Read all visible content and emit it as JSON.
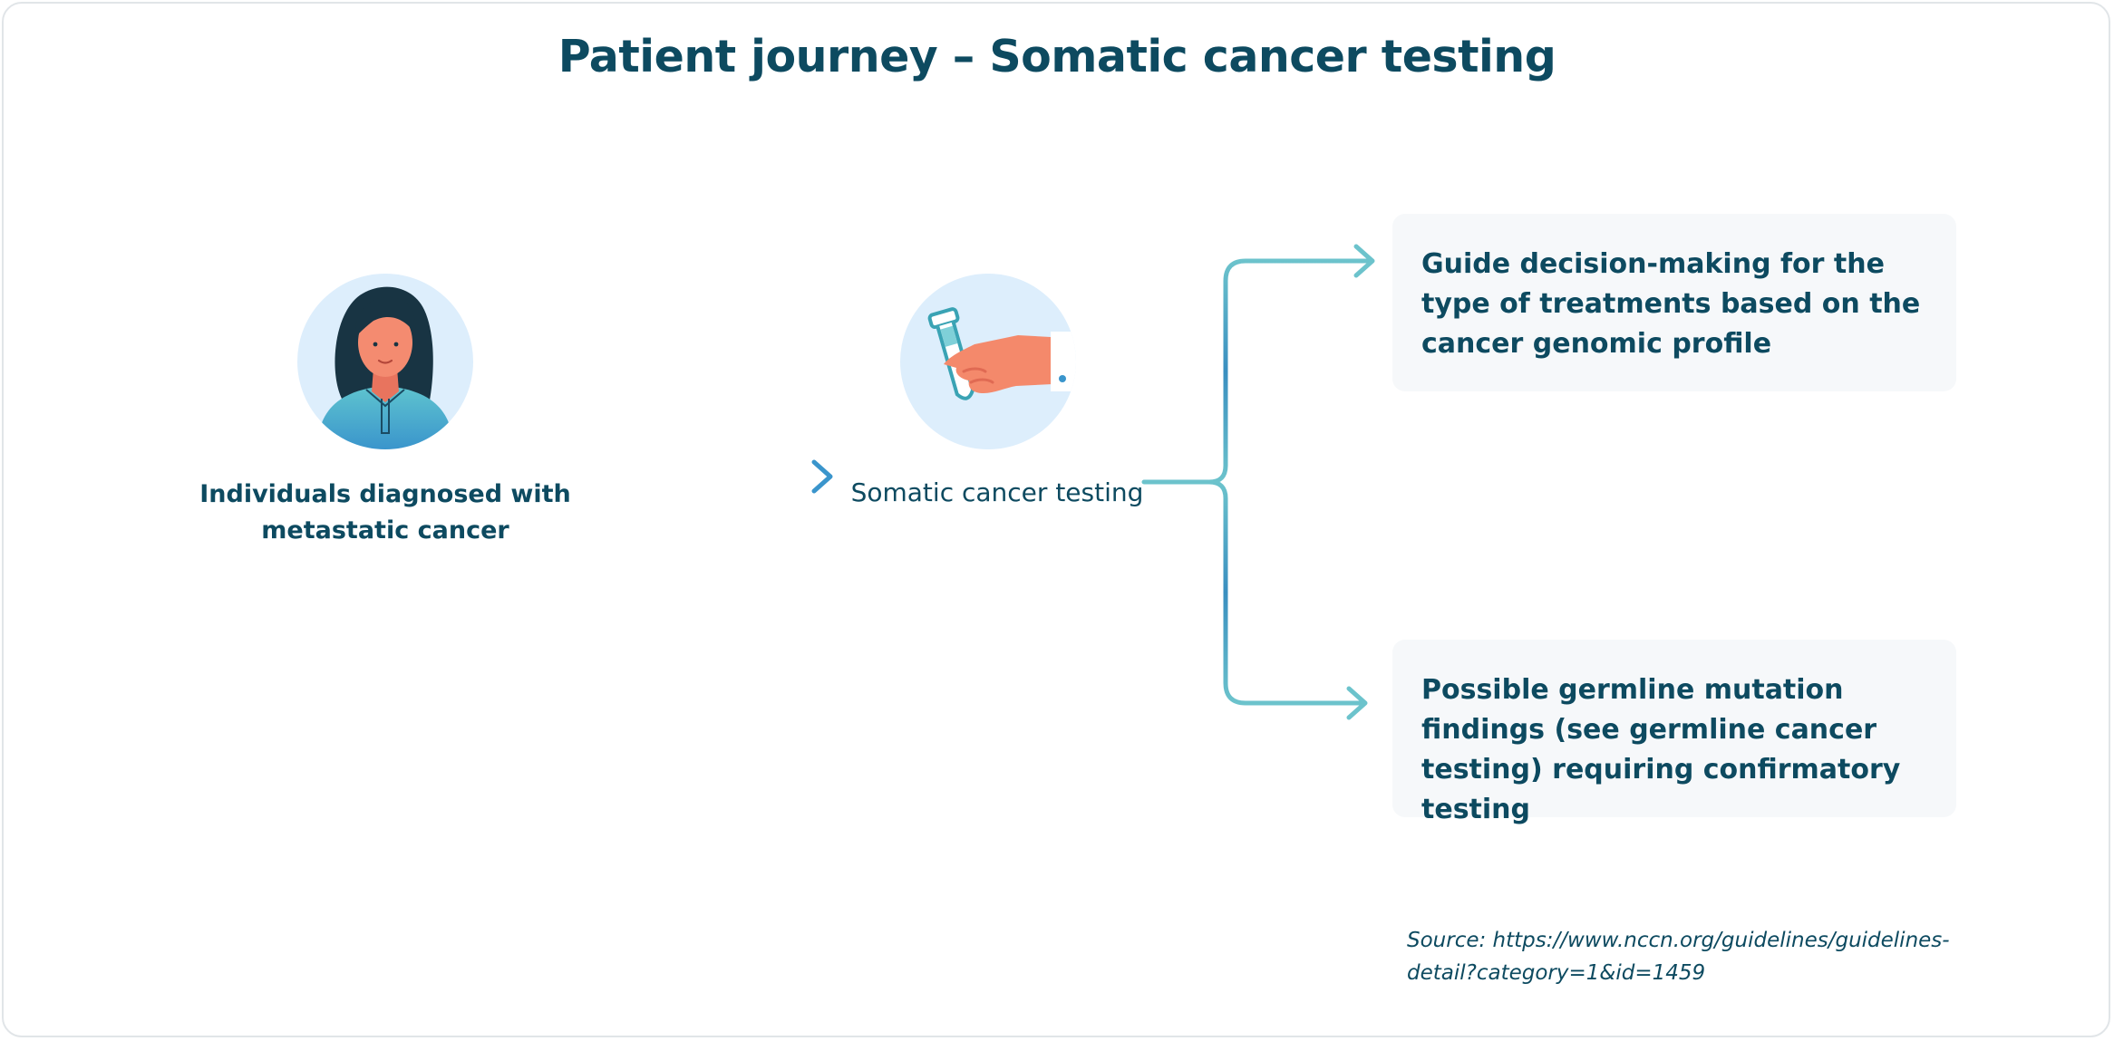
{
  "title": "Patient journey – Somatic cancer testing",
  "steps": [
    {
      "label": "Individuals diagnosed with metastatic cancer",
      "icon": "woman-avatar-icon"
    },
    {
      "label": "Somatic cancer testing",
      "icon": "hand-holding-test-tube-icon"
    }
  ],
  "outcomes": [
    {
      "text": "Guide decision-making for the type of treatments based on the cancer genomic profile"
    },
    {
      "text": "Possible germline mutation findings (see germline cancer testing) requiring confirmatory testing"
    }
  ],
  "source": "Source: https://www.nccn.org/guidelines/guidelines-detail?category=1&id=1459",
  "colors": {
    "heading": "#0d4a60",
    "connector_light": "#6cc3cc",
    "connector_dark": "#3a8fc0",
    "icon_background": "#ddeefc",
    "card_background": "#f6f8fa"
  }
}
